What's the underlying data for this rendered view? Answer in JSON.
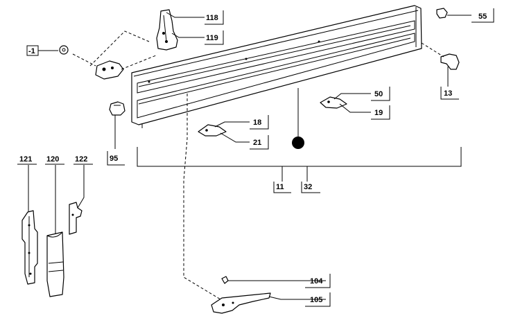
{
  "callouts": {
    "c118": "118",
    "c119": "119",
    "c55": "55",
    "c1": "-1",
    "c13": "13",
    "c50": "50",
    "c19": "19",
    "c18": "18",
    "c21": "21",
    "c95": "95",
    "c11": "11",
    "c32": "32",
    "c121": "121",
    "c120": "120",
    "c122": "122",
    "c104": "104",
    "c105": "105"
  }
}
